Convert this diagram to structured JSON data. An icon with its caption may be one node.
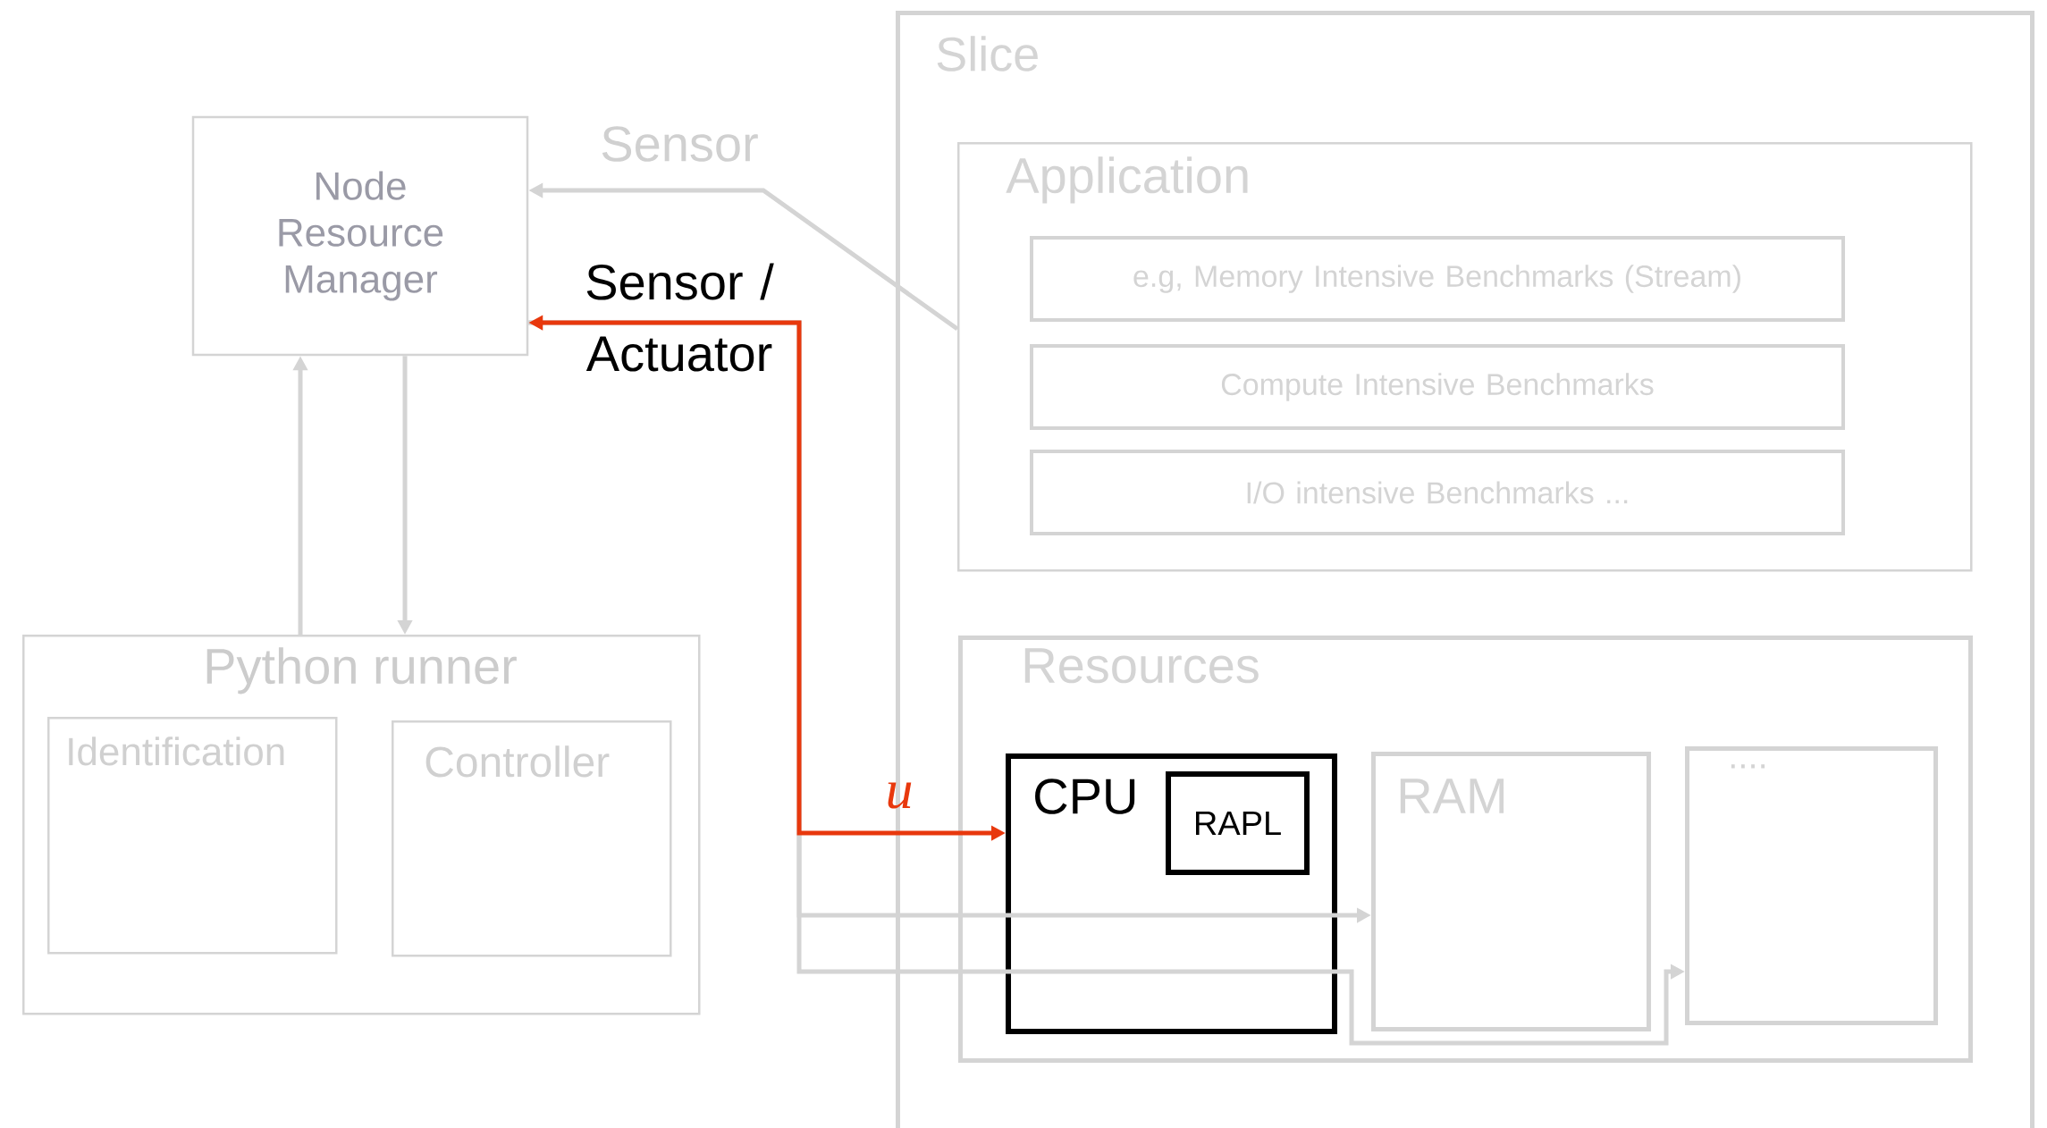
{
  "diagram": {
    "nodes": [
      {
        "text": [
          "Node Resource Manager"
        ]
      },
      {
        "text": [
          "Python runner"
        ]
      },
      {
        "text": [
          "Identification"
        ],
        "in": 1
      },
      {
        "text": [
          "Controller"
        ],
        "in": 1
      },
      {
        "text": [
          "Slice"
        ]
      },
      {
        "text": [
          "Application"
        ],
        "in": 4
      },
      {
        "text": [
          "e.g, Memory Intensive Benchmarks (Stream)"
        ],
        "in": 5
      },
      {
        "text": [
          "Compute Intensive Benchmarks"
        ],
        "in": 5
      },
      {
        "text": [
          "I/O intensive Benchmarks ..."
        ],
        "in": 5
      },
      {
        "text": [
          "Resources"
        ],
        "in": 4
      },
      {
        "text": [
          "CPU"
        ],
        "in": 9
      },
      {
        "text": [
          "RAPL"
        ],
        "in": 10
      },
      {
        "text": [
          "RAM"
        ],
        "in": 9
      },
      {
        "text": [
          "...."
        ],
        "in": 9
      }
    ],
    "edges": [
      {
        "from": 5,
        "to": 0,
        "arrow": "to",
        "label": "Sensor"
      },
      {
        "from": 0,
        "to": 10,
        "arrow": "both",
        "label": "Sensor / Actuator",
        "color": "#e8380d"
      },
      {
        "from": 0,
        "to": 12,
        "arrow": "to"
      },
      {
        "from": 0,
        "to": 13,
        "arrow": "to"
      },
      {
        "from": 1,
        "to": 0,
        "arrow": "to"
      },
      {
        "from": 0,
        "to": 1,
        "arrow": "to"
      }
    ],
    "labels": [
      "u"
    ]
  }
}
